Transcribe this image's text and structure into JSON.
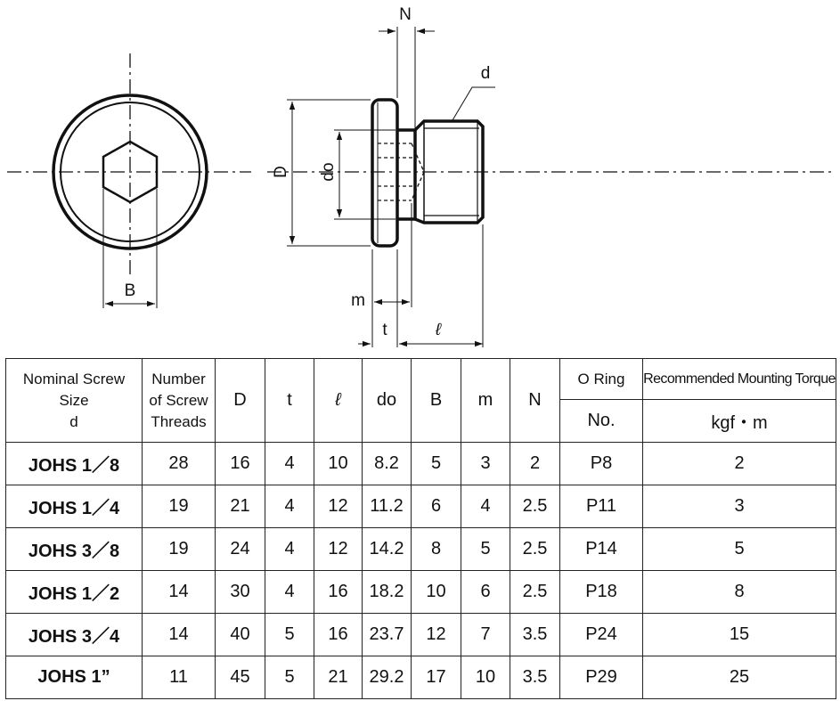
{
  "drawing": {
    "labels": {
      "N": "N",
      "d": "d",
      "D": "D",
      "do": "do",
      "B": "B",
      "m": "m",
      "t": "t",
      "l": "ℓ"
    }
  },
  "table": {
    "headers": {
      "nominal_line1": "Nominal Screw",
      "nominal_line2": "Size",
      "nominal_line3": "d",
      "threads_line1": "Number",
      "threads_line2": "of Screw",
      "threads_line3": "Threads",
      "D": "D",
      "t": "t",
      "l": "ℓ",
      "do": "do",
      "B": "B",
      "m": "m",
      "N": "N",
      "oring": "O Ring",
      "oring_sub": "No.",
      "torque": "Recommended Mounting Torque",
      "torque_sub": "kgf・m"
    },
    "rows": [
      [
        "JOHS 1／8",
        "28",
        "16",
        "4",
        "10",
        "8.2",
        "5",
        "3",
        "2",
        "P8",
        "2"
      ],
      [
        "JOHS 1／4",
        "19",
        "21",
        "4",
        "12",
        "11.2",
        "6",
        "4",
        "2.5",
        "P11",
        "3"
      ],
      [
        "JOHS 3／8",
        "19",
        "24",
        "4",
        "12",
        "14.2",
        "8",
        "5",
        "2.5",
        "P14",
        "5"
      ],
      [
        "JOHS 1／2",
        "14",
        "30",
        "4",
        "16",
        "18.2",
        "10",
        "6",
        "2.5",
        "P18",
        "8"
      ],
      [
        "JOHS 3／4",
        "14",
        "40",
        "5",
        "16",
        "23.7",
        "12",
        "7",
        "3.5",
        "P24",
        "15"
      ],
      [
        "JOHS 1”",
        "11",
        "45",
        "5",
        "21",
        "29.2",
        "17",
        "10",
        "3.5",
        "P29",
        "25"
      ]
    ]
  }
}
